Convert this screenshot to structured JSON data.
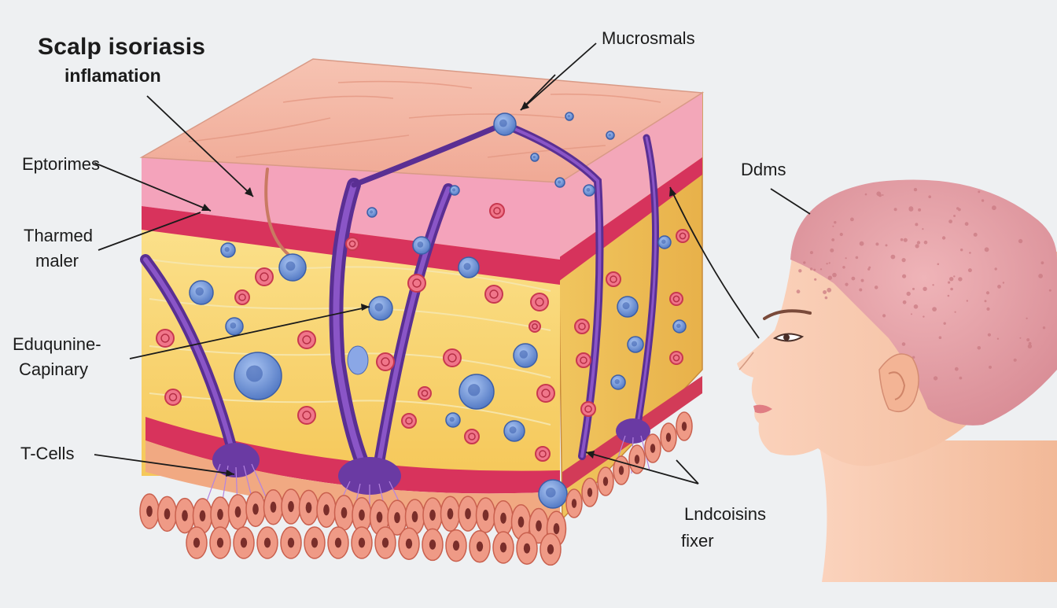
{
  "title": "Scalp isoriasis",
  "subtitle": "inflamation",
  "labels": {
    "top": "Mucrosmals",
    "epidermis": "Eptorimes",
    "thermal_1": "Tharmed",
    "thermal_2": "maler",
    "capillary_1": "Eduqunine-",
    "capillary_2": "Capinary",
    "tcells": "T-Cells",
    "head": "Ddms",
    "bottom_right_1": "Lndcoisins",
    "bottom_right_2": "fixer"
  },
  "colors": {
    "background": "#eef0f2",
    "epidermis": "#f4b6a6",
    "pink_layer": "#f4a3bb",
    "red_band": "#d8335c",
    "dermis": "#f8d36a",
    "vessel": "#6a3aa3",
    "cell_blue": "#6f94d8",
    "cell_red": "#e35a70",
    "base_cells": "#ee8f7e",
    "skin": "#f7c4a7",
    "scalp": "#e7a1a8"
  }
}
